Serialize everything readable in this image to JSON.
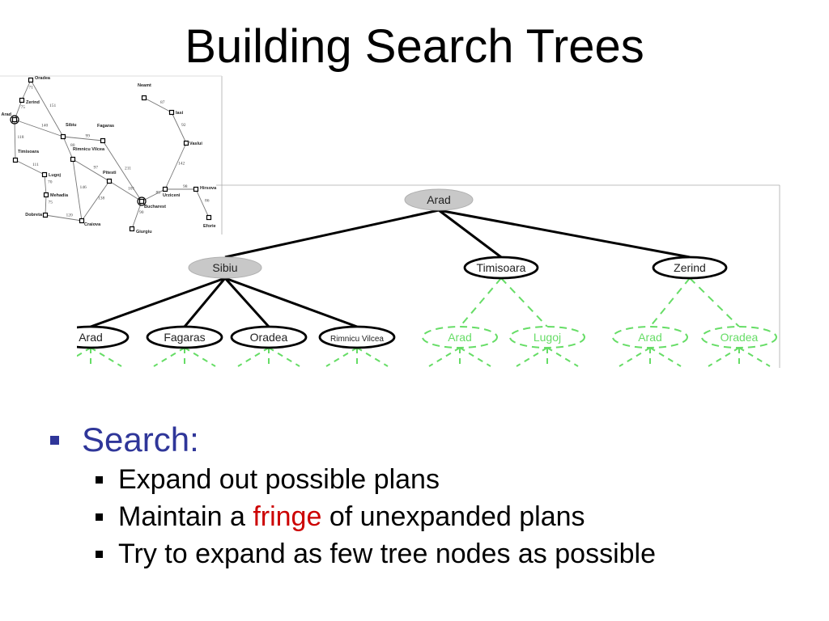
{
  "title": "Building Search Trees",
  "colors": {
    "bullet_l1": "#2f3699",
    "highlight": "#cc0000",
    "fringe": "#66dd66",
    "node_expanded_fill": "#c8c8c8",
    "edge": "#000000"
  },
  "map": {
    "cities": [
      {
        "id": "oradea",
        "label": "Oradea"
      },
      {
        "id": "zerind",
        "label": "Zerind"
      },
      {
        "id": "arad",
        "label": "Arad"
      },
      {
        "id": "timisoara",
        "label": "Timisoara"
      },
      {
        "id": "lugoj",
        "label": "Lugoj"
      },
      {
        "id": "mehadia",
        "label": "Mehadia"
      },
      {
        "id": "dobreta",
        "label": "Dobreta"
      },
      {
        "id": "craiova",
        "label": "Craiova"
      },
      {
        "id": "sibiu",
        "label": "Sibiu"
      },
      {
        "id": "fagaras",
        "label": "Fagaras"
      },
      {
        "id": "rimnicu",
        "label": "Rimnicu Vilcea"
      },
      {
        "id": "pitesti",
        "label": "Pitesti"
      },
      {
        "id": "bucharest",
        "label": "Bucharest"
      },
      {
        "id": "giurgiu",
        "label": "Giurgiu"
      },
      {
        "id": "urziceni",
        "label": "Urziceni"
      },
      {
        "id": "hirsova",
        "label": "Hirsova"
      },
      {
        "id": "eforie",
        "label": "Eforie"
      },
      {
        "id": "vaslui",
        "label": "Vaslui"
      },
      {
        "id": "iasi",
        "label": "Iasi"
      },
      {
        "id": "neamt",
        "label": "Neamt"
      }
    ],
    "roads": [
      {
        "from": "oradea",
        "to": "zerind",
        "cost": "71"
      },
      {
        "from": "zerind",
        "to": "arad",
        "cost": "75"
      },
      {
        "from": "oradea",
        "to": "sibiu",
        "cost": "151"
      },
      {
        "from": "arad",
        "to": "sibiu",
        "cost": "140"
      },
      {
        "from": "arad",
        "to": "timisoara",
        "cost": "118"
      },
      {
        "from": "timisoara",
        "to": "lugoj",
        "cost": "111"
      },
      {
        "from": "lugoj",
        "to": "mehadia",
        "cost": "70"
      },
      {
        "from": "mehadia",
        "to": "dobreta",
        "cost": "75"
      },
      {
        "from": "dobreta",
        "to": "craiova",
        "cost": "120"
      },
      {
        "from": "sibiu",
        "to": "fagaras",
        "cost": "99"
      },
      {
        "from": "sibiu",
        "to": "rimnicu",
        "cost": "80"
      },
      {
        "from": "rimnicu",
        "to": "pitesti",
        "cost": "97"
      },
      {
        "from": "rimnicu",
        "to": "craiova",
        "cost": "146"
      },
      {
        "from": "craiova",
        "to": "pitesti",
        "cost": "138"
      },
      {
        "from": "fagaras",
        "to": "bucharest",
        "cost": "211"
      },
      {
        "from": "pitesti",
        "to": "bucharest",
        "cost": "101"
      },
      {
        "from": "bucharest",
        "to": "giurgiu",
        "cost": "90"
      },
      {
        "from": "bucharest",
        "to": "urziceni",
        "cost": "85"
      },
      {
        "from": "urziceni",
        "to": "hirsova",
        "cost": "98"
      },
      {
        "from": "hirsova",
        "to": "eforie",
        "cost": "86"
      },
      {
        "from": "urziceni",
        "to": "vaslui",
        "cost": "142"
      },
      {
        "from": "vaslui",
        "to": "iasi",
        "cost": "92"
      },
      {
        "from": "iasi",
        "to": "neamt",
        "cost": "87"
      }
    ]
  },
  "tree": {
    "nodes": [
      {
        "id": "root",
        "label": "Arad",
        "state": "expanded",
        "parent": null,
        "level": 0
      },
      {
        "id": "sibiu",
        "label": "Sibiu",
        "state": "expanded",
        "parent": "root",
        "level": 1
      },
      {
        "id": "timisoara",
        "label": "Timisoara",
        "state": "frontier",
        "parent": "root",
        "level": 1
      },
      {
        "id": "zerind",
        "label": "Zerind",
        "state": "frontier",
        "parent": "root",
        "level": 1
      },
      {
        "id": "s-arad",
        "label": "Arad",
        "state": "frontier",
        "parent": "sibiu",
        "level": 2
      },
      {
        "id": "s-fagaras",
        "label": "Fagaras",
        "state": "frontier",
        "parent": "sibiu",
        "level": 2
      },
      {
        "id": "s-oradea",
        "label": "Oradea",
        "state": "frontier",
        "parent": "sibiu",
        "level": 2
      },
      {
        "id": "s-rimnicu",
        "label": "Rimnicu Vilcea",
        "state": "frontier",
        "parent": "sibiu",
        "level": 2
      },
      {
        "id": "t-arad",
        "label": "Arad",
        "state": "potential",
        "parent": "timisoara",
        "level": 2
      },
      {
        "id": "t-lugoj",
        "label": "Lugoj",
        "state": "potential",
        "parent": "timisoara",
        "level": 2
      },
      {
        "id": "z-arad",
        "label": "Arad",
        "state": "potential",
        "parent": "zerind",
        "level": 2
      },
      {
        "id": "z-oradea",
        "label": "Oradea",
        "state": "potential",
        "parent": "zerind",
        "level": 2
      }
    ]
  },
  "bullets": {
    "heading": "Search:",
    "items": [
      {
        "text": "Expand out possible plans"
      },
      {
        "before": "Maintain a ",
        "highlight": "fringe",
        "after": " of unexpanded plans"
      },
      {
        "text": "Try to expand as few tree nodes as possible"
      }
    ]
  }
}
